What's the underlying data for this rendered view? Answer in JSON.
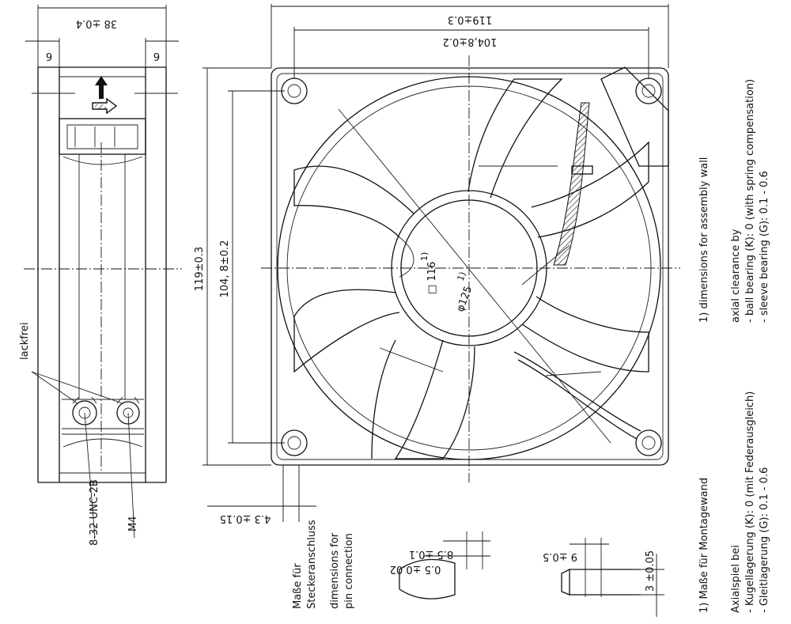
{
  "side_view": {
    "width_dim": "38 ±0.4",
    "flange_left": "6",
    "flange_right": "6",
    "lackfrei_label": "lackfrei",
    "thread_label": "8-32 UNC-2B",
    "metric_label": "M4"
  },
  "front_view": {
    "overall_width": "119±0.3",
    "hole_spacing_width": "104,8±0.2",
    "overall_height": "119±0.3",
    "hole_spacing_height": "104, 8±0.2",
    "square_label": "□ 116",
    "square_note": "1)",
    "diameter_label": "φ125",
    "diameter_note": "1)",
    "pin_offset_dim": "4.3 ±0.15"
  },
  "pin_detail": {
    "label_de_1": "Maße für",
    "label_de_2": "Steckeranschluss",
    "label_en_1": "dimensions for",
    "label_en_2": "pin connection",
    "dim_a": "8.5 ±0.1",
    "dim_b": "0.5 ±0.02",
    "dim_c": "9 ±0.5",
    "dim_d": "3 ±0.05"
  },
  "notes_en": {
    "line1": "1) dimensions for assembly wall",
    "line2": "axial clearance by",
    "line3": "- ball bearing (K): 0 (with spring compensation)",
    "line4": "- sleeve bearing (G): 0.1 - 0.6"
  },
  "notes_de": {
    "line1": "1) Maße für Montagewand",
    "line2": "Axialspiel bei",
    "line3": "- Kugellagerung (K): 0 (mit Federausgleich)",
    "line4": "- Gleitlagerung (G): 0.1 - 0.6"
  }
}
